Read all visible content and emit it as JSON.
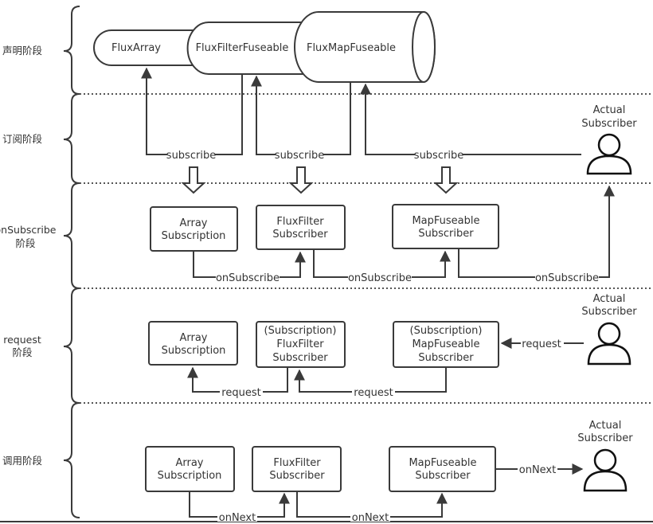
{
  "stages": [
    {
      "id": "declare",
      "lines": [
        "声明阶段"
      ]
    },
    {
      "id": "subscribe",
      "lines": [
        "订阅阶段"
      ]
    },
    {
      "id": "onsubscribe",
      "lines": [
        "onSubscribe",
        "阶段"
      ]
    },
    {
      "id": "request",
      "lines": [
        "request",
        "阶段"
      ]
    },
    {
      "id": "invoke",
      "lines": [
        "调用阶段"
      ]
    }
  ],
  "publishers": {
    "flux_array": "FluxArray",
    "flux_filter_fuseable": "FluxFilterFuseable",
    "flux_map_fuseable": "FluxMapFuseable"
  },
  "actor": {
    "line1": "Actual",
    "line2": "Subscriber"
  },
  "subscribe_row": {
    "edge_label": "subscribe"
  },
  "onsubscribe_row": {
    "boxes": [
      {
        "lines": [
          "Array",
          "Subscription"
        ]
      },
      {
        "lines": [
          "FluxFilter",
          "Subscriber"
        ]
      },
      {
        "lines": [
          "MapFuseable",
          "Subscriber"
        ]
      }
    ],
    "edge_label": "onSubscribe"
  },
  "request_row": {
    "boxes": [
      {
        "lines": [
          "Array",
          "Subscription"
        ]
      },
      {
        "lines": [
          "(Subscription)",
          "FluxFilter",
          "Subscriber"
        ]
      },
      {
        "lines": [
          "(Subscription)",
          "MapFuseable",
          "Subscriber"
        ]
      }
    ],
    "edge_label": "request"
  },
  "invoke_row": {
    "boxes": [
      {
        "lines": [
          "Array",
          "Subscription"
        ]
      },
      {
        "lines": [
          "FluxFilter",
          "Subscriber"
        ]
      },
      {
        "lines": [
          "MapFuseable",
          "Subscriber"
        ]
      }
    ],
    "edge_label": "onNext"
  },
  "colors": {
    "stroke": "#3a3a3a",
    "text": "#333333",
    "background": "#ffffff"
  }
}
